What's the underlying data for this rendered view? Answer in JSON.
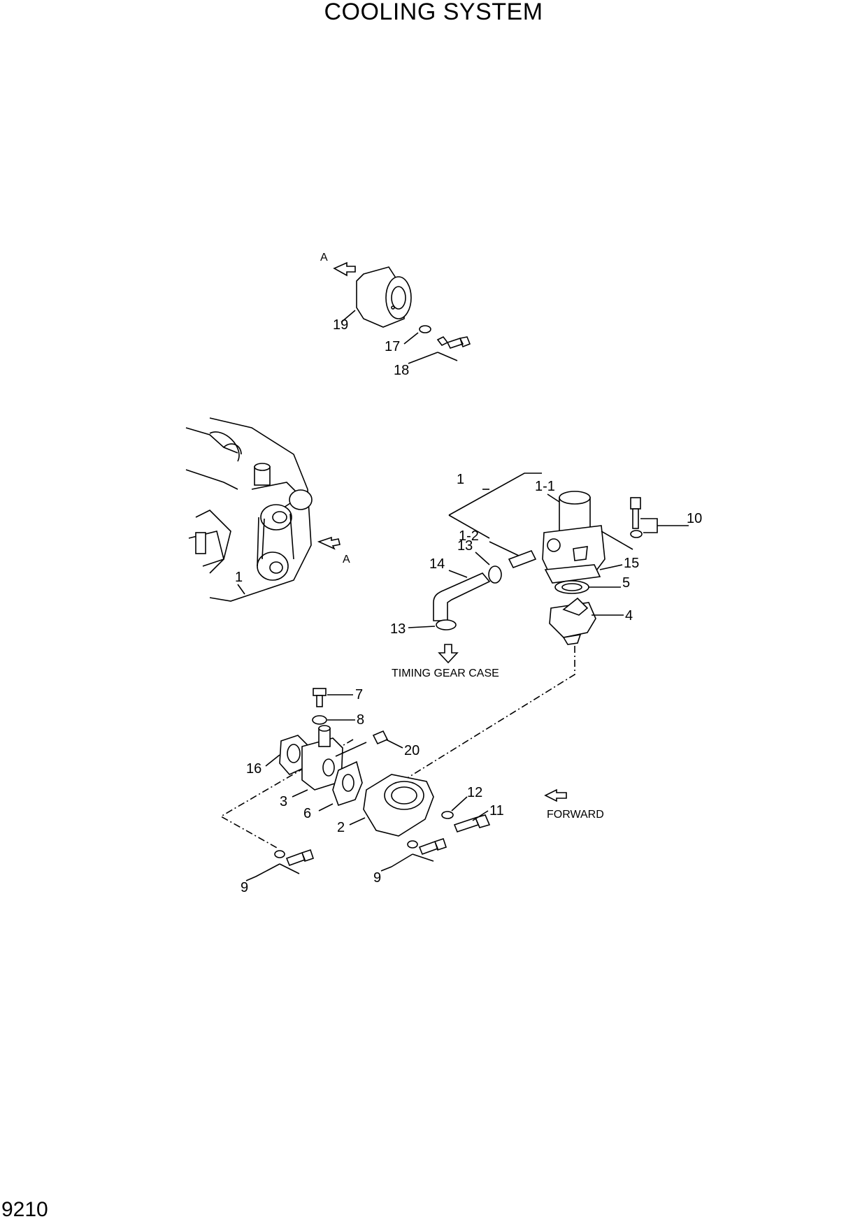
{
  "title": "COOLING SYSTEM",
  "page_number": "9210",
  "view_marker": "A",
  "notes": {
    "timing_gear_case": "TIMING GEAR CASE",
    "forward": "FORWARD"
  },
  "callouts": {
    "c1": "1",
    "c1_1": "1-1",
    "c1_2": "1-2",
    "c2": "2",
    "c3": "3",
    "c4": "4",
    "c5": "5",
    "c6": "6",
    "c7": "7",
    "c8": "8",
    "c9a": "9",
    "c9b": "9",
    "c10": "10",
    "c11": "11",
    "c12": "12",
    "c13a": "13",
    "c13b": "13",
    "c14": "14",
    "c15": "15",
    "c16": "16",
    "c17": "17",
    "c18": "18",
    "c19": "19",
    "c20": "20",
    "engine_1": "1"
  }
}
